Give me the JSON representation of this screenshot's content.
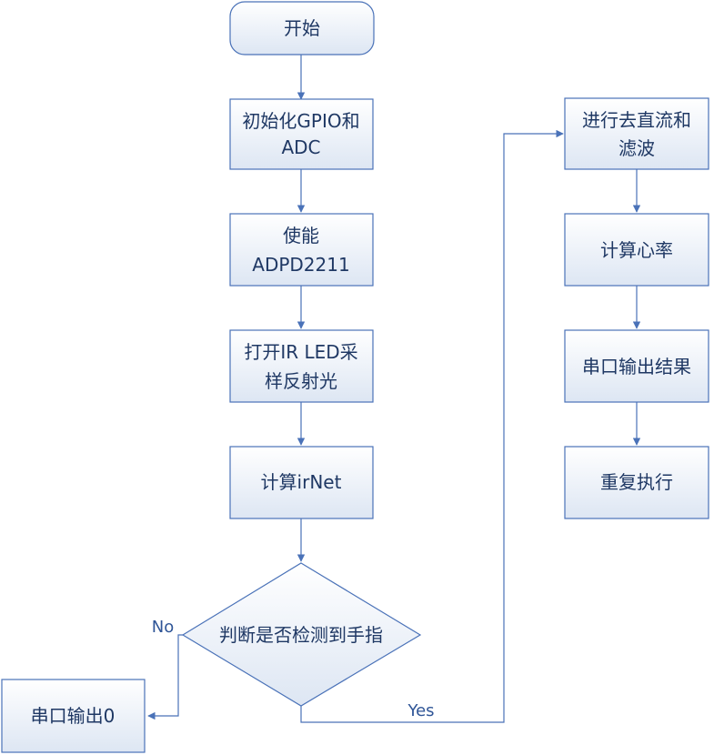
{
  "nodes": {
    "start": {
      "label": "开始"
    },
    "init": {
      "line1": "初始化GPIO和",
      "line2": "ADC"
    },
    "enable": {
      "line1": "使能",
      "line2": "ADPD2211"
    },
    "led": {
      "line1": "打开IR LED采",
      "line2": "样反射光"
    },
    "irnet": {
      "label": "计算irNet"
    },
    "decision": {
      "label": "判断是否检测到手指"
    },
    "output0": {
      "label": "串口输出0"
    },
    "filter": {
      "line1": "进行去直流和",
      "line2": "滤波"
    },
    "heart": {
      "label": "计算心率"
    },
    "result": {
      "label": "串口输出结果"
    },
    "repeat": {
      "label": "重复执行"
    }
  },
  "edges": {
    "no": {
      "label": "No"
    },
    "yes": {
      "label": "Yes"
    }
  },
  "colors": {
    "stroke": "#4a72b8",
    "fill_top": "#ffffff",
    "fill_bottom": "#dde6f3",
    "text": "#1f3864",
    "edge_text": "#2f5597"
  }
}
